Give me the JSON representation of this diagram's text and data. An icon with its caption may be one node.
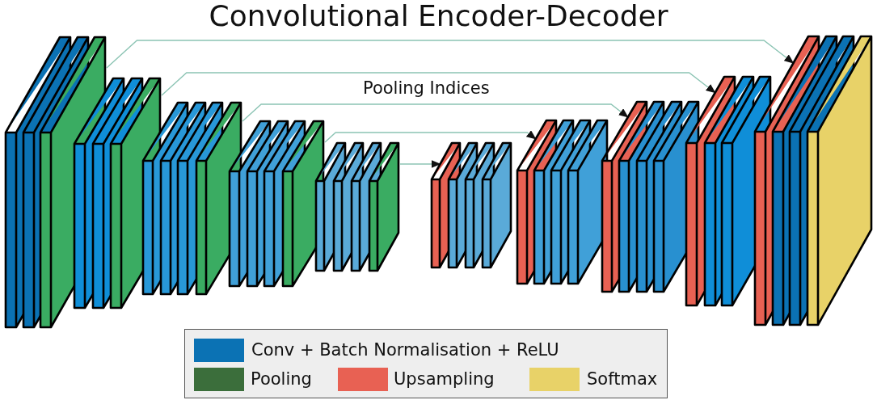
{
  "diagram": {
    "title": "Convolutional Encoder-Decoder",
    "nodes": [
      {
        "text": [],
        "shape": "box"
      },
      {
        "text": [],
        "shape": "box"
      },
      {
        "text": [],
        "shape": "box"
      },
      {
        "text": [],
        "shape": "box"
      },
      {
        "text": [],
        "shape": "box"
      },
      {
        "text": [],
        "shape": "box"
      },
      {
        "text": [],
        "shape": "box"
      },
      {
        "text": [],
        "shape": "box"
      },
      {
        "text": [],
        "shape": "box"
      },
      {
        "text": [],
        "shape": "box"
      }
    ],
    "edges": [
      {
        "from": 0,
        "to": 9,
        "arrow": "to"
      },
      {
        "from": 1,
        "to": 8,
        "arrow": "to"
      },
      {
        "from": 2,
        "to": 7,
        "arrow": "to"
      },
      {
        "from": 3,
        "to": 6,
        "arrow": "to"
      },
      {
        "from": 4,
        "to": 5,
        "arrow": "to"
      }
    ],
    "labels": [
      "Pooling Indices"
    ],
    "legend": [
      {
        "text": "Conv + Batch Normalisation + ReLU",
        "color": "#0b72b4"
      },
      {
        "text": "Pooling",
        "color": "#3b6e3b"
      },
      {
        "text": "Upsampling",
        "color": "#e86153"
      },
      {
        "text": "Softmax",
        "color": "#e8d268"
      }
    ]
  }
}
